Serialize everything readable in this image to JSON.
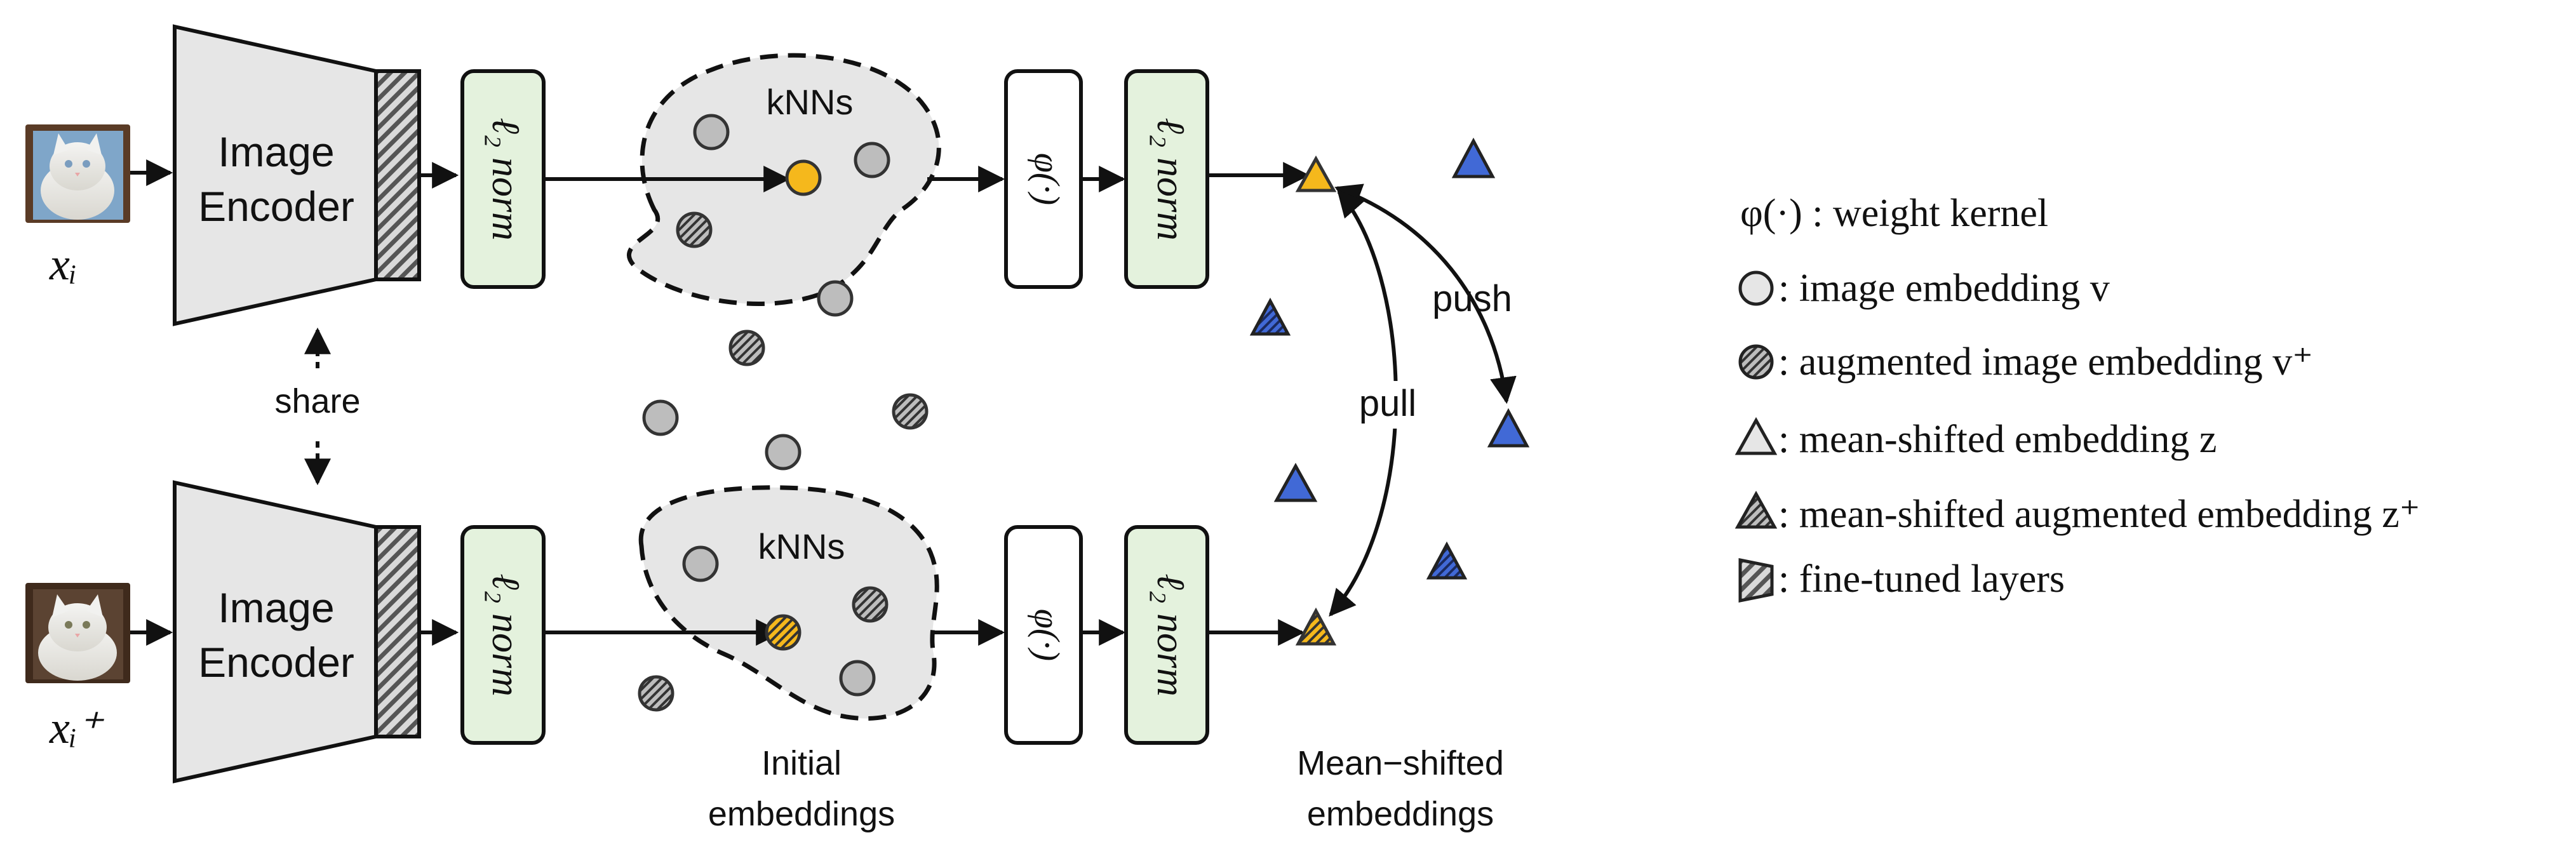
{
  "encoder": {
    "label_line1": "Image",
    "label_line2": "Encoder"
  },
  "norm_label": "ℓ₂ norm",
  "phi_label": "φ(·)",
  "knn_label": "kNNs",
  "share_label": "share",
  "push_label": "push",
  "pull_label": "pull",
  "input_labels": {
    "top": "xᵢ",
    "bottom": "xᵢ⁺"
  },
  "captions": {
    "initial_line1": "Initial",
    "initial_line2": "embeddings",
    "shifted_line1": "Mean−shifted",
    "shifted_line2": "embeddings"
  },
  "legend": {
    "weight_kernel": "φ(·) : weight kernel",
    "image_embedding": ": image embedding v",
    "augmented_embedding": ": augmented image embedding v⁺",
    "mean_shifted": ": mean-shifted embedding z",
    "mean_shifted_augmented": ": mean-shifted augmented embedding z⁺",
    "finetuned": ": fine-tuned layers"
  },
  "colors": {
    "encoder_fill": "#e6e6e6",
    "norm_fill": "#e4f2dd",
    "cloud_fill": "#e6e6e6",
    "embedding_gray": "#bdbdbd",
    "highlight_yellow": "#f5b81c",
    "triangle_blue": "#4169d6"
  },
  "icons": {
    "cat_top": "cat-photo",
    "cat_bottom": "cat-photo"
  }
}
